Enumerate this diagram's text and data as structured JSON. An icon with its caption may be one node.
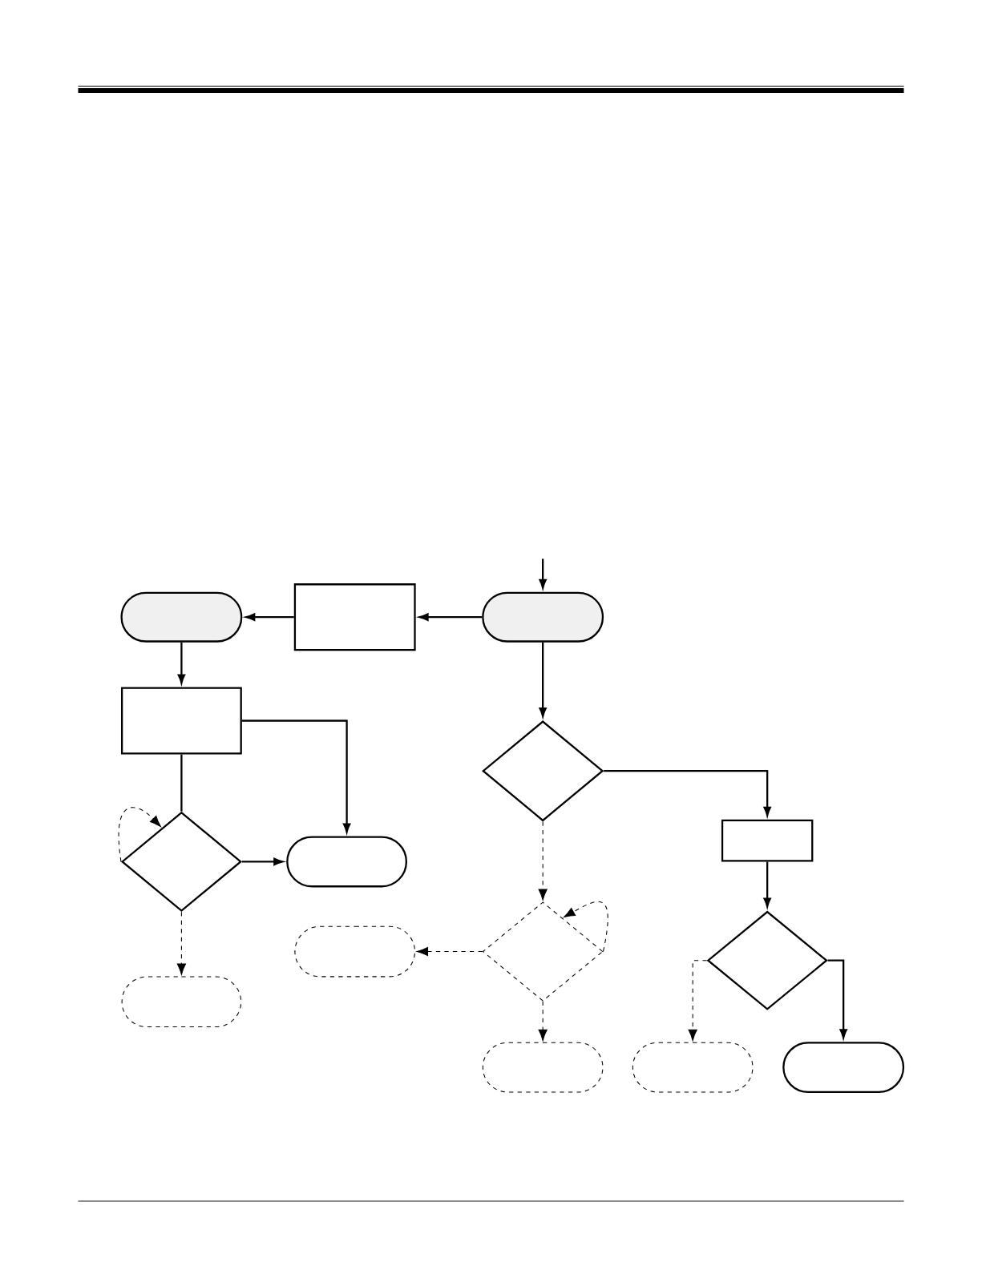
{
  "diagram": {
    "nodes": [
      {
        "text": [],
        "shape": "stadium"
      },
      {
        "text": [],
        "shape": "box"
      },
      {
        "text": [],
        "shape": "stadium"
      },
      {
        "text": [],
        "shape": "box"
      },
      {
        "text": [],
        "shape": "diamond"
      },
      {
        "text": [],
        "shape": "diamond"
      },
      {
        "text": [],
        "shape": "box"
      },
      {
        "text": [],
        "shape": "stadium"
      },
      {
        "text": [],
        "shape": "diamond"
      },
      {
        "text": [],
        "shape": "stadium"
      },
      {
        "text": [],
        "shape": "diamond"
      },
      {
        "text": [],
        "shape": "stadium"
      },
      {
        "text": [],
        "shape": "stadium"
      },
      {
        "text": [],
        "shape": "stadium"
      },
      {
        "text": [],
        "shape": "stadium"
      }
    ],
    "edges": [
      {
        "from": null,
        "to": 2,
        "arrow": "to"
      },
      {
        "from": 2,
        "to": 1,
        "arrow": "to"
      },
      {
        "from": 1,
        "to": 0,
        "arrow": "to"
      },
      {
        "from": 0,
        "to": 3,
        "arrow": "to"
      },
      {
        "from": 3,
        "to": 7,
        "arrow": "to"
      },
      {
        "from": 3,
        "to": 5,
        "arrow": "none"
      },
      {
        "from": 5,
        "to": 5,
        "arrow": "to",
        "style": "dashed"
      },
      {
        "from": 5,
        "to": 7,
        "arrow": "to"
      },
      {
        "from": 5,
        "to": 11,
        "arrow": "to",
        "style": "dashed"
      },
      {
        "from": 2,
        "to": 4,
        "arrow": "to"
      },
      {
        "from": 4,
        "to": 6,
        "arrow": "to"
      },
      {
        "from": 4,
        "to": 8,
        "arrow": "to",
        "style": "dashed"
      },
      {
        "from": 8,
        "to": 8,
        "arrow": "to",
        "style": "dashed"
      },
      {
        "from": 8,
        "to": 9,
        "arrow": "to",
        "style": "dashed"
      },
      {
        "from": 8,
        "to": 12,
        "arrow": "to",
        "style": "dashed"
      },
      {
        "from": 6,
        "to": 10,
        "arrow": "to"
      },
      {
        "from": 10,
        "to": 13,
        "arrow": "to",
        "style": "dashed"
      },
      {
        "from": 10,
        "to": 14,
        "arrow": "to"
      }
    ]
  }
}
